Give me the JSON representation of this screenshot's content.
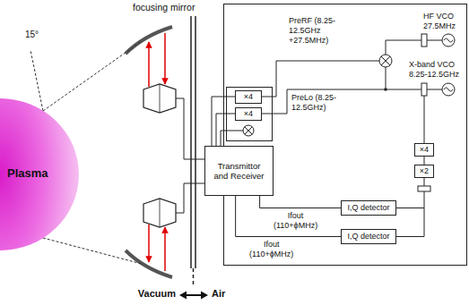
{
  "diagram": {
    "nodes": [
      {
        "text": [
          "Plasma"
        ]
      },
      {
        "text": [
          "Transmittor and Receiver"
        ]
      },
      {
        "text": [
          "×4"
        ]
      },
      {
        "text": [
          "×4"
        ]
      },
      {
        "text": [
          "I,Q detector"
        ]
      },
      {
        "text": [
          "I,Q detector"
        ]
      },
      {
        "text": [
          "×4"
        ]
      },
      {
        "text": [
          "×2"
        ]
      }
    ],
    "edges": [
      {
        "from": 1,
        "to": 4,
        "arrow": "none",
        "label": "Ifout (110+ϕMHz)"
      },
      {
        "from": 1,
        "to": 5,
        "arrow": "none",
        "label": "Ifout (110+ϕMHz)"
      },
      {
        "from": 6,
        "to": 7,
        "arrow": "none"
      }
    ],
    "labels": [
      "focusing mirror",
      "15°",
      "PreRF (8.25-12.5GHz +27.5MHz)",
      "PreLo (8.25-12.5GHz)",
      "HF VCO 27.5MHz",
      "X-band VCO 8.25-12.5GHz",
      "Vacuum",
      "Air"
    ]
  }
}
